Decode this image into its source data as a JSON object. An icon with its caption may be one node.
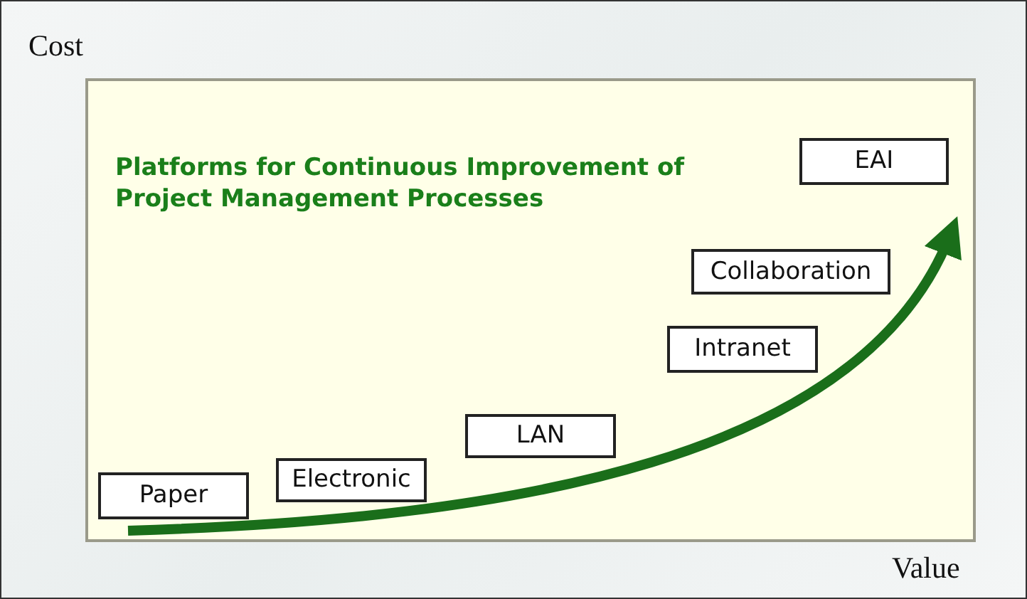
{
  "diagram": {
    "nodes": [
      {
        "text": [
          "Platforms for Continuous Improvement of Project Management Processes"
        ]
      },
      {
        "text": [
          "Paper"
        ],
        "in": 0
      },
      {
        "text": [
          "Electronic"
        ],
        "in": 0
      },
      {
        "text": [
          "LAN"
        ],
        "in": 0
      },
      {
        "text": [
          "Intranet"
        ],
        "in": 0
      },
      {
        "text": [
          "Collaboration"
        ],
        "in": 0
      },
      {
        "text": [
          "EAI"
        ],
        "in": 0
      }
    ],
    "labels": [
      "Cost",
      "Value"
    ]
  }
}
